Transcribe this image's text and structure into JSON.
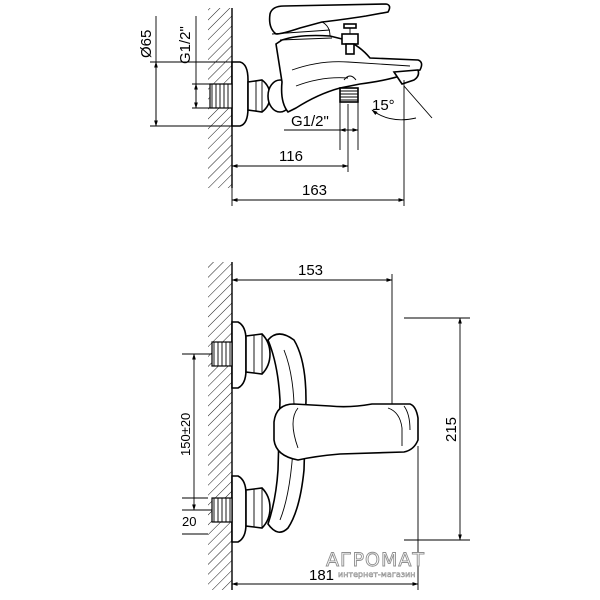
{
  "top_view": {
    "dim_diameter": "Ø65",
    "dim_thread_vertical": "G1/2\"",
    "dim_thread_horizontal": "G1/2\"",
    "dim_angle": "15°",
    "dim_116": "116",
    "dim_163": "163"
  },
  "front_view": {
    "dim_153": "153",
    "dim_215": "215",
    "dim_150": "150±20",
    "dim_20": "20",
    "dim_181": "181"
  },
  "watermark": {
    "brand": "АГРОМАТ",
    "subtitle": "интернет-магазин"
  }
}
